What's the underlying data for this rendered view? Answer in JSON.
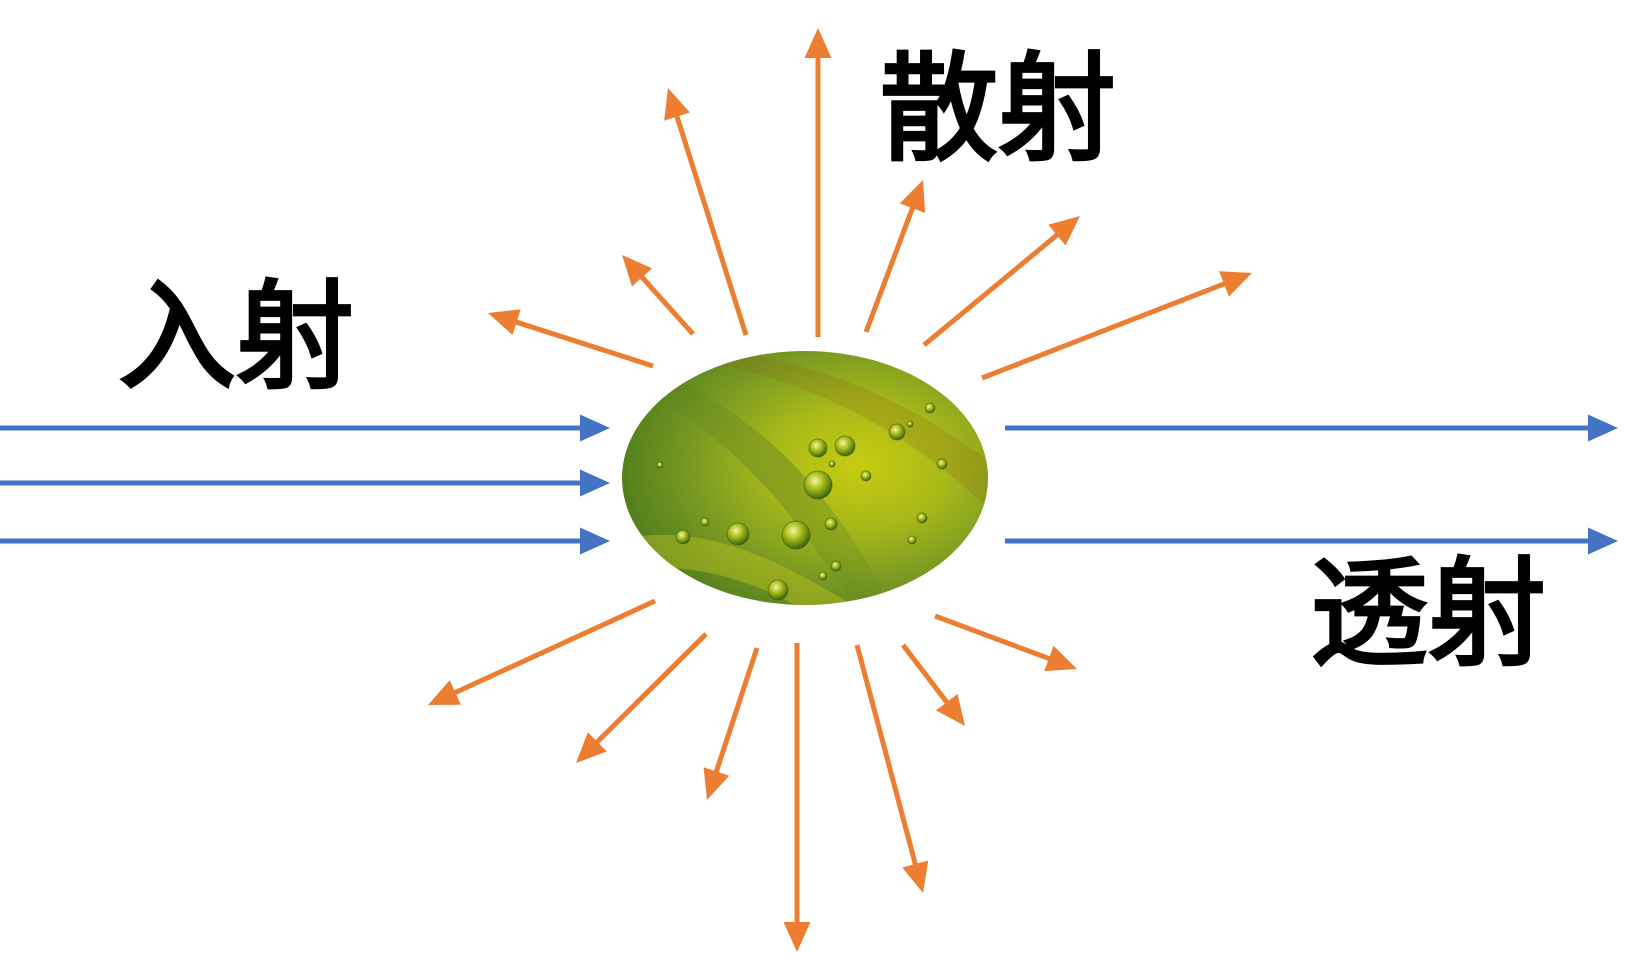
{
  "labels": {
    "incident": "入射",
    "scattering": "散射",
    "transmission": "透射"
  },
  "colors": {
    "incident": "#4472c4",
    "transmitted": "#4472c4",
    "scattered": "#ed7d31",
    "particle_light": "#c8cc10",
    "particle_dark": "#3f7a1e",
    "background": "#ffffff",
    "text": "#000000"
  },
  "particle": {
    "description_icon": "liquid-droplets-texture"
  }
}
